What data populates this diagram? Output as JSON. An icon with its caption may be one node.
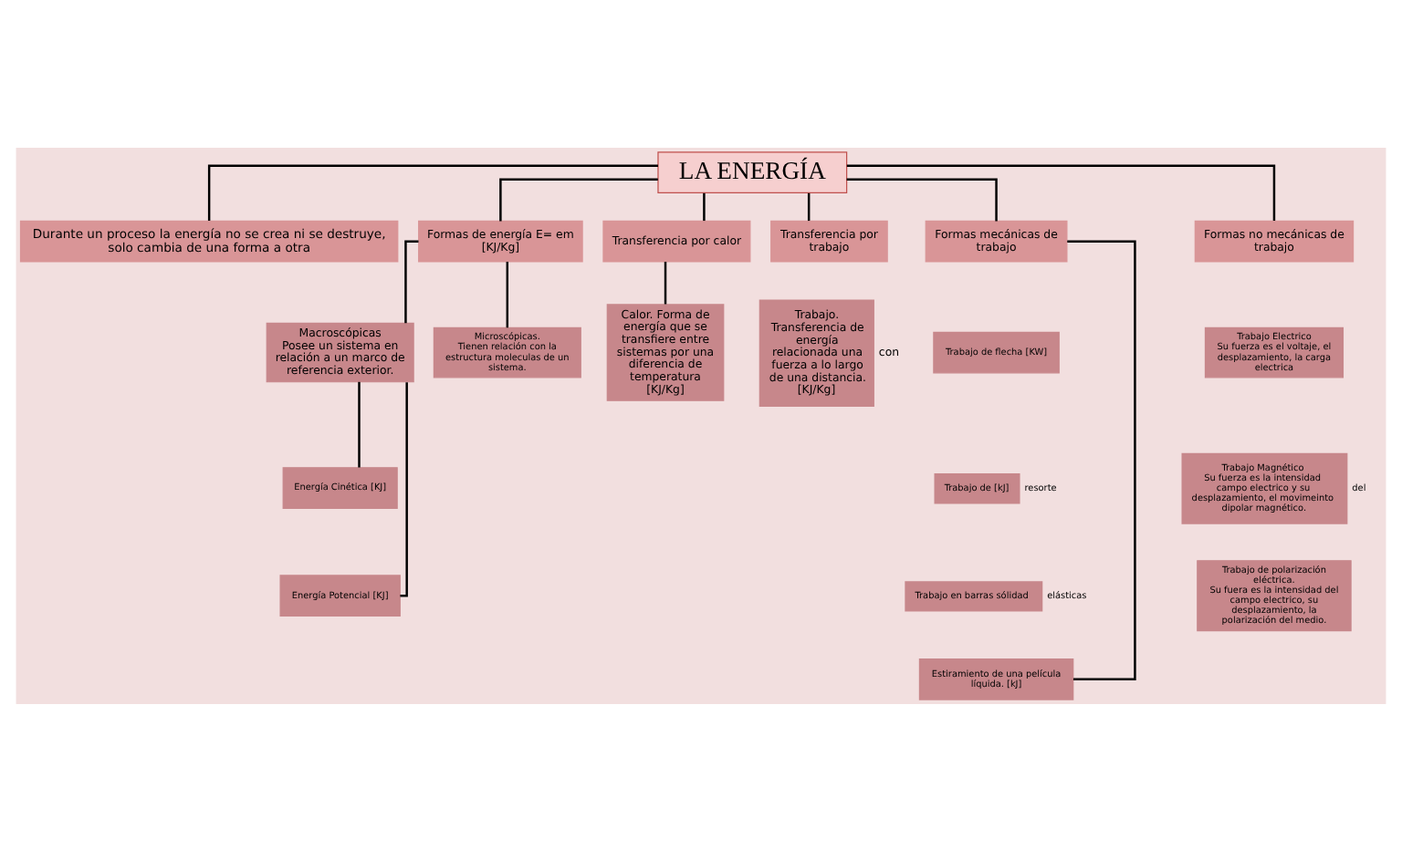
{
  "diagram": {
    "nodes": [
      {
        "text": [
          "LA ENERGÍA"
        ]
      },
      {
        "text": [
          "Durante un proceso la energía no se crea ni se destruye, solo cambia de una forma a otra"
        ]
      },
      {
        "text": [
          "Formas de energía E= em [KJ/Kg]"
        ]
      },
      {
        "text": [
          "Transferencia por calor"
        ]
      },
      {
        "text": [
          "Transferencia por trabajo"
        ]
      },
      {
        "text": [
          "Formas mecánicas de trabajo"
        ]
      },
      {
        "text": [
          "Formas no mecánicas de trabajo"
        ]
      },
      {
        "text": [
          "Macroscópicas",
          "Posee un sistema en relación a un marco de referencia exterior."
        ]
      },
      {
        "text": [
          "Microscópicas.",
          "Tienen relación con la estructura moleculas de un sistema."
        ]
      },
      {
        "text": [
          "Energía Cinética [KJ]"
        ]
      },
      {
        "text": [
          "Energía Potencial [KJ]"
        ]
      },
      {
        "text": [
          "Calor. Forma de energía que se transfiere entre sistemas por una diferencia de temperatura",
          "[KJ/Kg]"
        ]
      },
      {
        "text": [
          "Trabajo.",
          "Transferencia de energía relacionada una fuerza a lo largo de una distancia.",
          "[KJ/Kg]"
        ],
        "beside": [
          "con"
        ]
      },
      {
        "text": [
          "Trabajo de flecha [KW]"
        ]
      },
      {
        "text": [
          "Trabajo de [kJ]"
        ],
        "beside": [
          "resorte"
        ]
      },
      {
        "text": [
          "Trabajo en barras sólidad"
        ],
        "beside": [
          "elásticas"
        ]
      },
      {
        "text": [
          "Estiramiento de una película líquida. [kJ]"
        ]
      },
      {
        "text": [
          "Trabajo Electrico",
          "Su fuerza es el voltaje, el desplazamiento, la carga electrica"
        ]
      },
      {
        "text": [
          "Trabajo Magnético",
          "Su fuerza es la intensidad campo electrico y su desplazamiento, el movimeinto dipolar magnético."
        ],
        "beside": [
          "del"
        ]
      },
      {
        "text": [
          "Trabajo de polarización eléctrica.",
          "Su fuera es la intensidad del campo electrico, su desplazamiento, la polarización del medio."
        ]
      }
    ],
    "edges": [
      {
        "from": 0,
        "to": 1,
        "arrow": "none"
      },
      {
        "from": 0,
        "to": 2,
        "arrow": "none"
      },
      {
        "from": 0,
        "to": 3,
        "arrow": "none"
      },
      {
        "from": 0,
        "to": 4,
        "arrow": "none"
      },
      {
        "from": 0,
        "to": 5,
        "arrow": "none"
      },
      {
        "from": 0,
        "to": 6,
        "arrow": "none"
      },
      {
        "from": 2,
        "to": 7,
        "arrow": "none"
      },
      {
        "from": 2,
        "to": 8,
        "arrow": "none"
      },
      {
        "from": 7,
        "to": 9,
        "arrow": "none"
      },
      {
        "from": 7,
        "to": 10,
        "arrow": "none"
      },
      {
        "from": 3,
        "to": 11,
        "arrow": "none"
      },
      {
        "from": 5,
        "to": 16,
        "arrow": "none"
      }
    ]
  }
}
